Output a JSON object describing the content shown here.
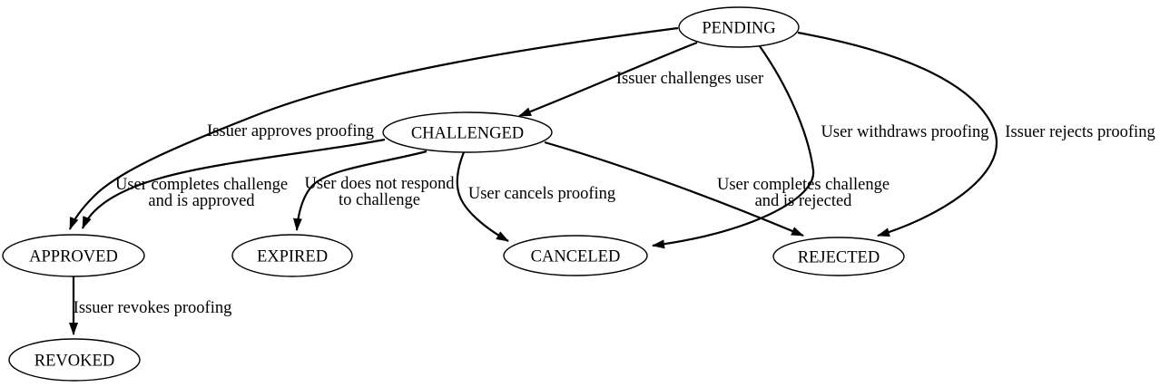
{
  "diagram": {
    "type": "state-transition-graph",
    "colors": {
      "background": "#ffffff",
      "node_fill": "#ffffff",
      "stroke": "#000000",
      "text": "#000000"
    },
    "nodes": [
      {
        "id": "pending",
        "label": "PENDING"
      },
      {
        "id": "challenged",
        "label": "CHALLENGED"
      },
      {
        "id": "approved",
        "label": "APPROVED"
      },
      {
        "id": "expired",
        "label": "EXPIRED"
      },
      {
        "id": "canceled",
        "label": "CANCELED"
      },
      {
        "id": "rejected",
        "label": "REJECTED"
      },
      {
        "id": "revoked",
        "label": "REVOKED"
      }
    ],
    "edges": [
      {
        "from": "PENDING",
        "to": "CHALLENGED",
        "lines": [
          "Issuer challenges user"
        ]
      },
      {
        "from": "PENDING",
        "to": "APPROVED",
        "lines": [
          "Issuer approves proofing"
        ]
      },
      {
        "from": "CHALLENGED",
        "to": "APPROVED",
        "lines": [
          "User completes challenge",
          "and is approved"
        ]
      },
      {
        "from": "CHALLENGED",
        "to": "EXPIRED",
        "lines": [
          "User does not respond",
          "to challenge"
        ]
      },
      {
        "from": "CHALLENGED",
        "to": "CANCELED",
        "lines": [
          "User cancels proofing"
        ]
      },
      {
        "from": "CHALLENGED",
        "to": "REJECTED",
        "lines": [
          "User completes challenge",
          "and is rejected"
        ]
      },
      {
        "from": "PENDING",
        "to": "CANCELED",
        "lines": [
          "User withdraws proofing"
        ]
      },
      {
        "from": "PENDING",
        "to": "REJECTED",
        "lines": [
          "Issuer rejects proofing"
        ]
      },
      {
        "from": "APPROVED",
        "to": "REVOKED",
        "lines": [
          "Issuer revokes proofing"
        ]
      }
    ]
  }
}
